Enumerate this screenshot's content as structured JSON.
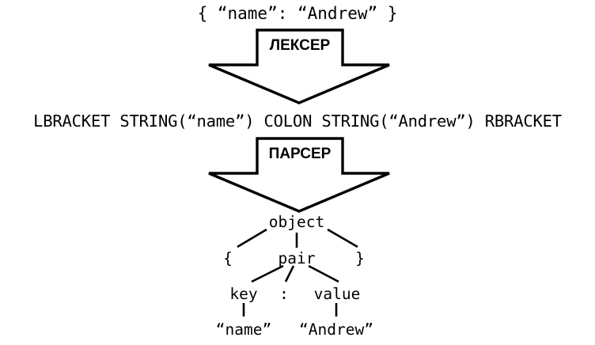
{
  "diagram": {
    "title_text": "{ “name”: “Andrew” }",
    "token_text": "LBRACKET STRING(“name”) COLON STRING(“Andrew”) RBRACKET",
    "background_color": "#ffffff",
    "stroke_color": "#000000",
    "stages": [
      {
        "id": "lexer",
        "label": "ЛЕКСЕР"
      },
      {
        "id": "parser",
        "label": "ПАРСЕР"
      }
    ],
    "tree": {
      "nodes": [
        {
          "id": "object",
          "label": "object"
        },
        {
          "id": "lbrace",
          "label": "{"
        },
        {
          "id": "pair",
          "label": "pair"
        },
        {
          "id": "rbrace",
          "label": "}"
        },
        {
          "id": "key",
          "label": "key"
        },
        {
          "id": "colon",
          "label": ":"
        },
        {
          "id": "value",
          "label": "value"
        },
        {
          "id": "key-literal",
          "label": "“name”"
        },
        {
          "id": "value-literal",
          "label": "“Andrew”"
        }
      ]
    }
  }
}
